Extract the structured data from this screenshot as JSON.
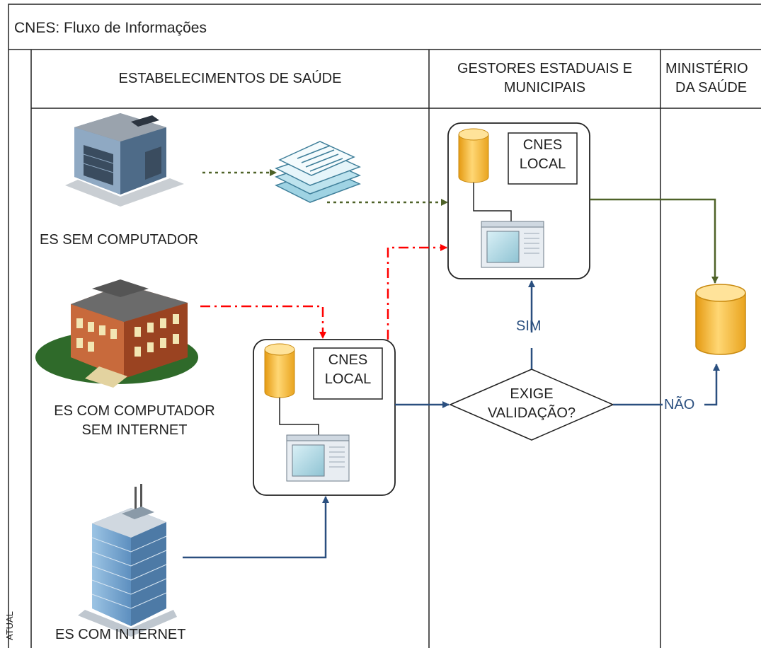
{
  "title": "CNES: Fluxo de Informações",
  "side_label": "ATUAL",
  "lanes": [
    {
      "line1": "ESTABELECIMENTOS DE SAÚDE",
      "line2": ""
    },
    {
      "line1": "GESTORES ESTADUAIS E",
      "line2": "MUNICIPAIS"
    },
    {
      "line1": "MINISTÉRIO",
      "line2": "DA SAÚDE"
    }
  ],
  "establishments": [
    {
      "line1": "ES SEM COMPUTADOR",
      "line2": ""
    },
    {
      "line1": "ES COM COMPUTADOR",
      "line2": "SEM INTERNET"
    },
    {
      "line1": "ES COM INTERNET",
      "line2": ""
    }
  ],
  "cnes_local": {
    "line1": "CNES",
    "line2": "LOCAL"
  },
  "decision": {
    "line1": "EXIGE",
    "line2": "VALIDAÇÃO?"
  },
  "edge_labels": {
    "yes": "SIM",
    "no": "NÃO"
  },
  "icons": [
    "office-building-icon",
    "paper-documents-icon",
    "school-building-icon",
    "skyscraper-icon",
    "database-icon",
    "application-window-icon"
  ],
  "colors": {
    "flow_blue": "#2a4f7f",
    "paper_flow_green": "#4f6228",
    "manual_flow_red": "#ff0000",
    "database_fill": "#f3b83a",
    "border": "#222222"
  }
}
